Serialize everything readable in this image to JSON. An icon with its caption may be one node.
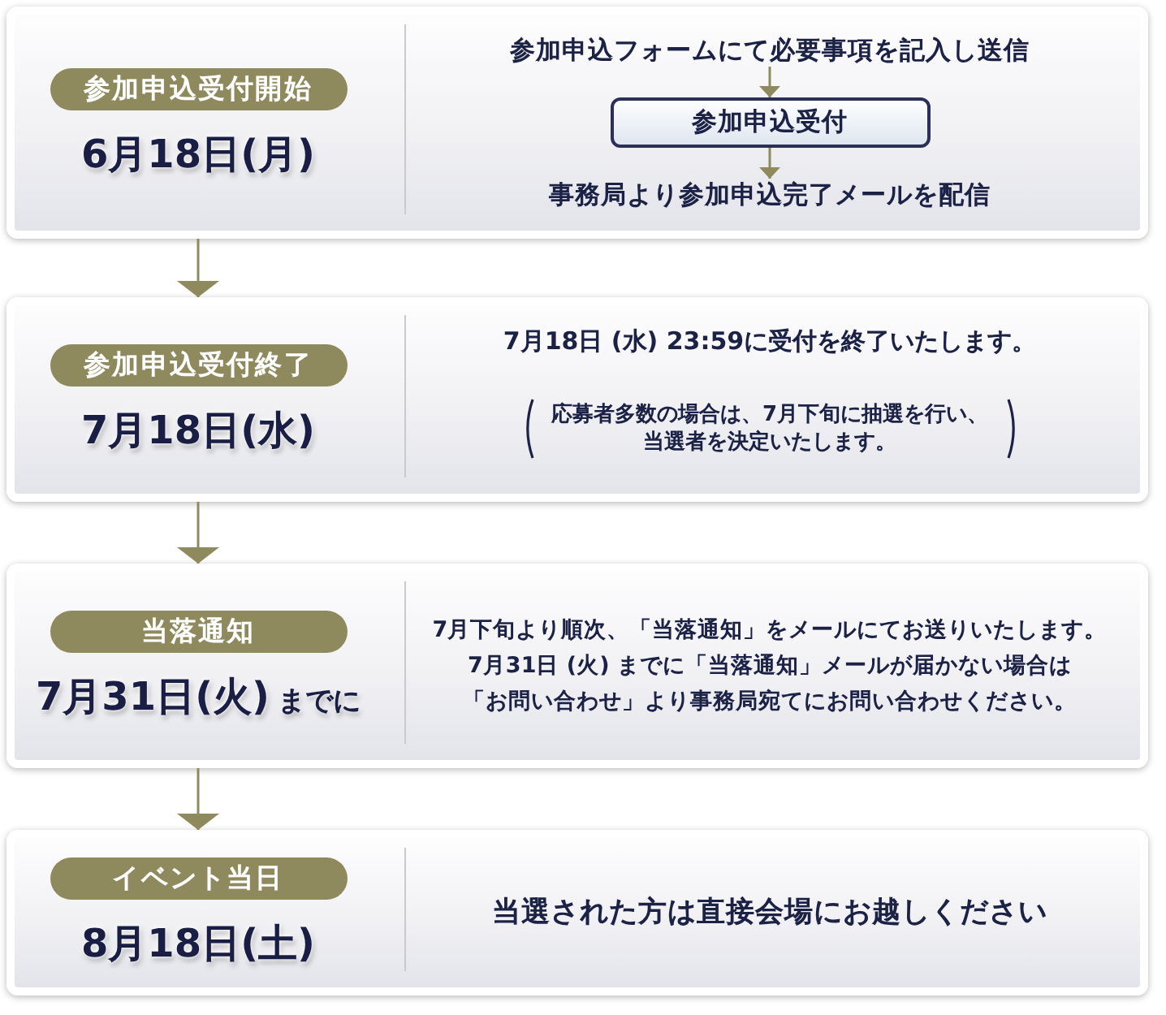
{
  "diagram": {
    "nodes": [
      {
        "text": [
          "6月18日(月)"
        ]
      },
      {
        "text": [
          "参加申込受付開始"
        ],
        "in": 0
      },
      {
        "text": [
          "参加申込フォームにて必要事項を記入し送信"
        ],
        "in": 0
      },
      {
        "text": [
          "参加申込受付"
        ],
        "in": 0
      },
      {
        "text": [
          "事務局より参加申込完了メールを配信"
        ],
        "in": 0
      },
      {
        "text": [
          "7月18日(水)",
          "7月18日 (水) 23:59に受付を終了いたします。",
          "応募者多数の場合は、7月下旬に抽選を行い、当選者を決定いたします。"
        ]
      },
      {
        "text": [
          "参加申込受付終了"
        ],
        "in": 5
      },
      {
        "text": [
          "7月31日(火)",
          "までに",
          "7月下旬より順次、「当落通知」をメールにてお送りいたします。",
          "7月31日 (火) までに「当落通知」メールが届かない場合は「お問い合わせ」より事務局宛てにお問い合わせください。"
        ]
      },
      {
        "text": [
          "当落通知"
        ],
        "in": 7
      },
      {
        "text": [
          "8月18日(土)",
          "当選された方は直接会場にお越しください"
        ]
      },
      {
        "text": [
          "イベント当日"
        ],
        "in": 9
      }
    ],
    "edges": [
      {
        "from": 2,
        "to": 3,
        "arrow": "to"
      },
      {
        "from": 3,
        "to": 4,
        "arrow": "to"
      },
      {
        "from": 0,
        "to": 5,
        "arrow": "to"
      },
      {
        "from": 5,
        "to": 7,
        "arrow": "to"
      },
      {
        "from": 7,
        "to": 9,
        "arrow": "to"
      }
    ]
  }
}
